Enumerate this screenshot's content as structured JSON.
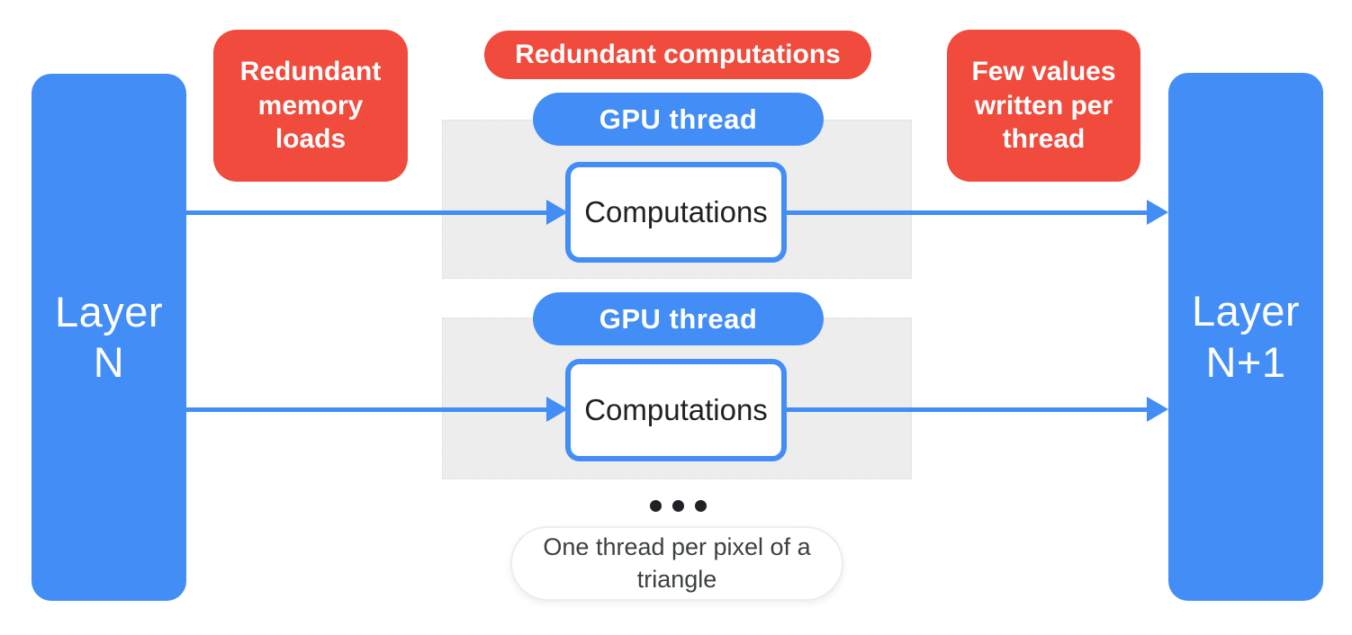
{
  "colors": {
    "blue": "#438DF7",
    "red": "#F04B3C",
    "panel_gray": "#EDEDED",
    "text_dark": "#202124",
    "footnote_text": "#3C4043",
    "background": "#FFFFFF"
  },
  "layers": {
    "left": "Layer\nN",
    "right": "Layer\nN+1"
  },
  "annotations": {
    "memory": "Redundant memory loads",
    "computations": "Redundant computations",
    "few_values": "Few values written per thread"
  },
  "threads": [
    {
      "pill_label": "GPU thread",
      "box_label": "Computations"
    },
    {
      "pill_label": "GPU thread",
      "box_label": "Computations"
    }
  ],
  "icons": {
    "ellipsis": "three-dots",
    "arrow": "right-arrow"
  },
  "footnote": "One thread per pixel of a triangle"
}
